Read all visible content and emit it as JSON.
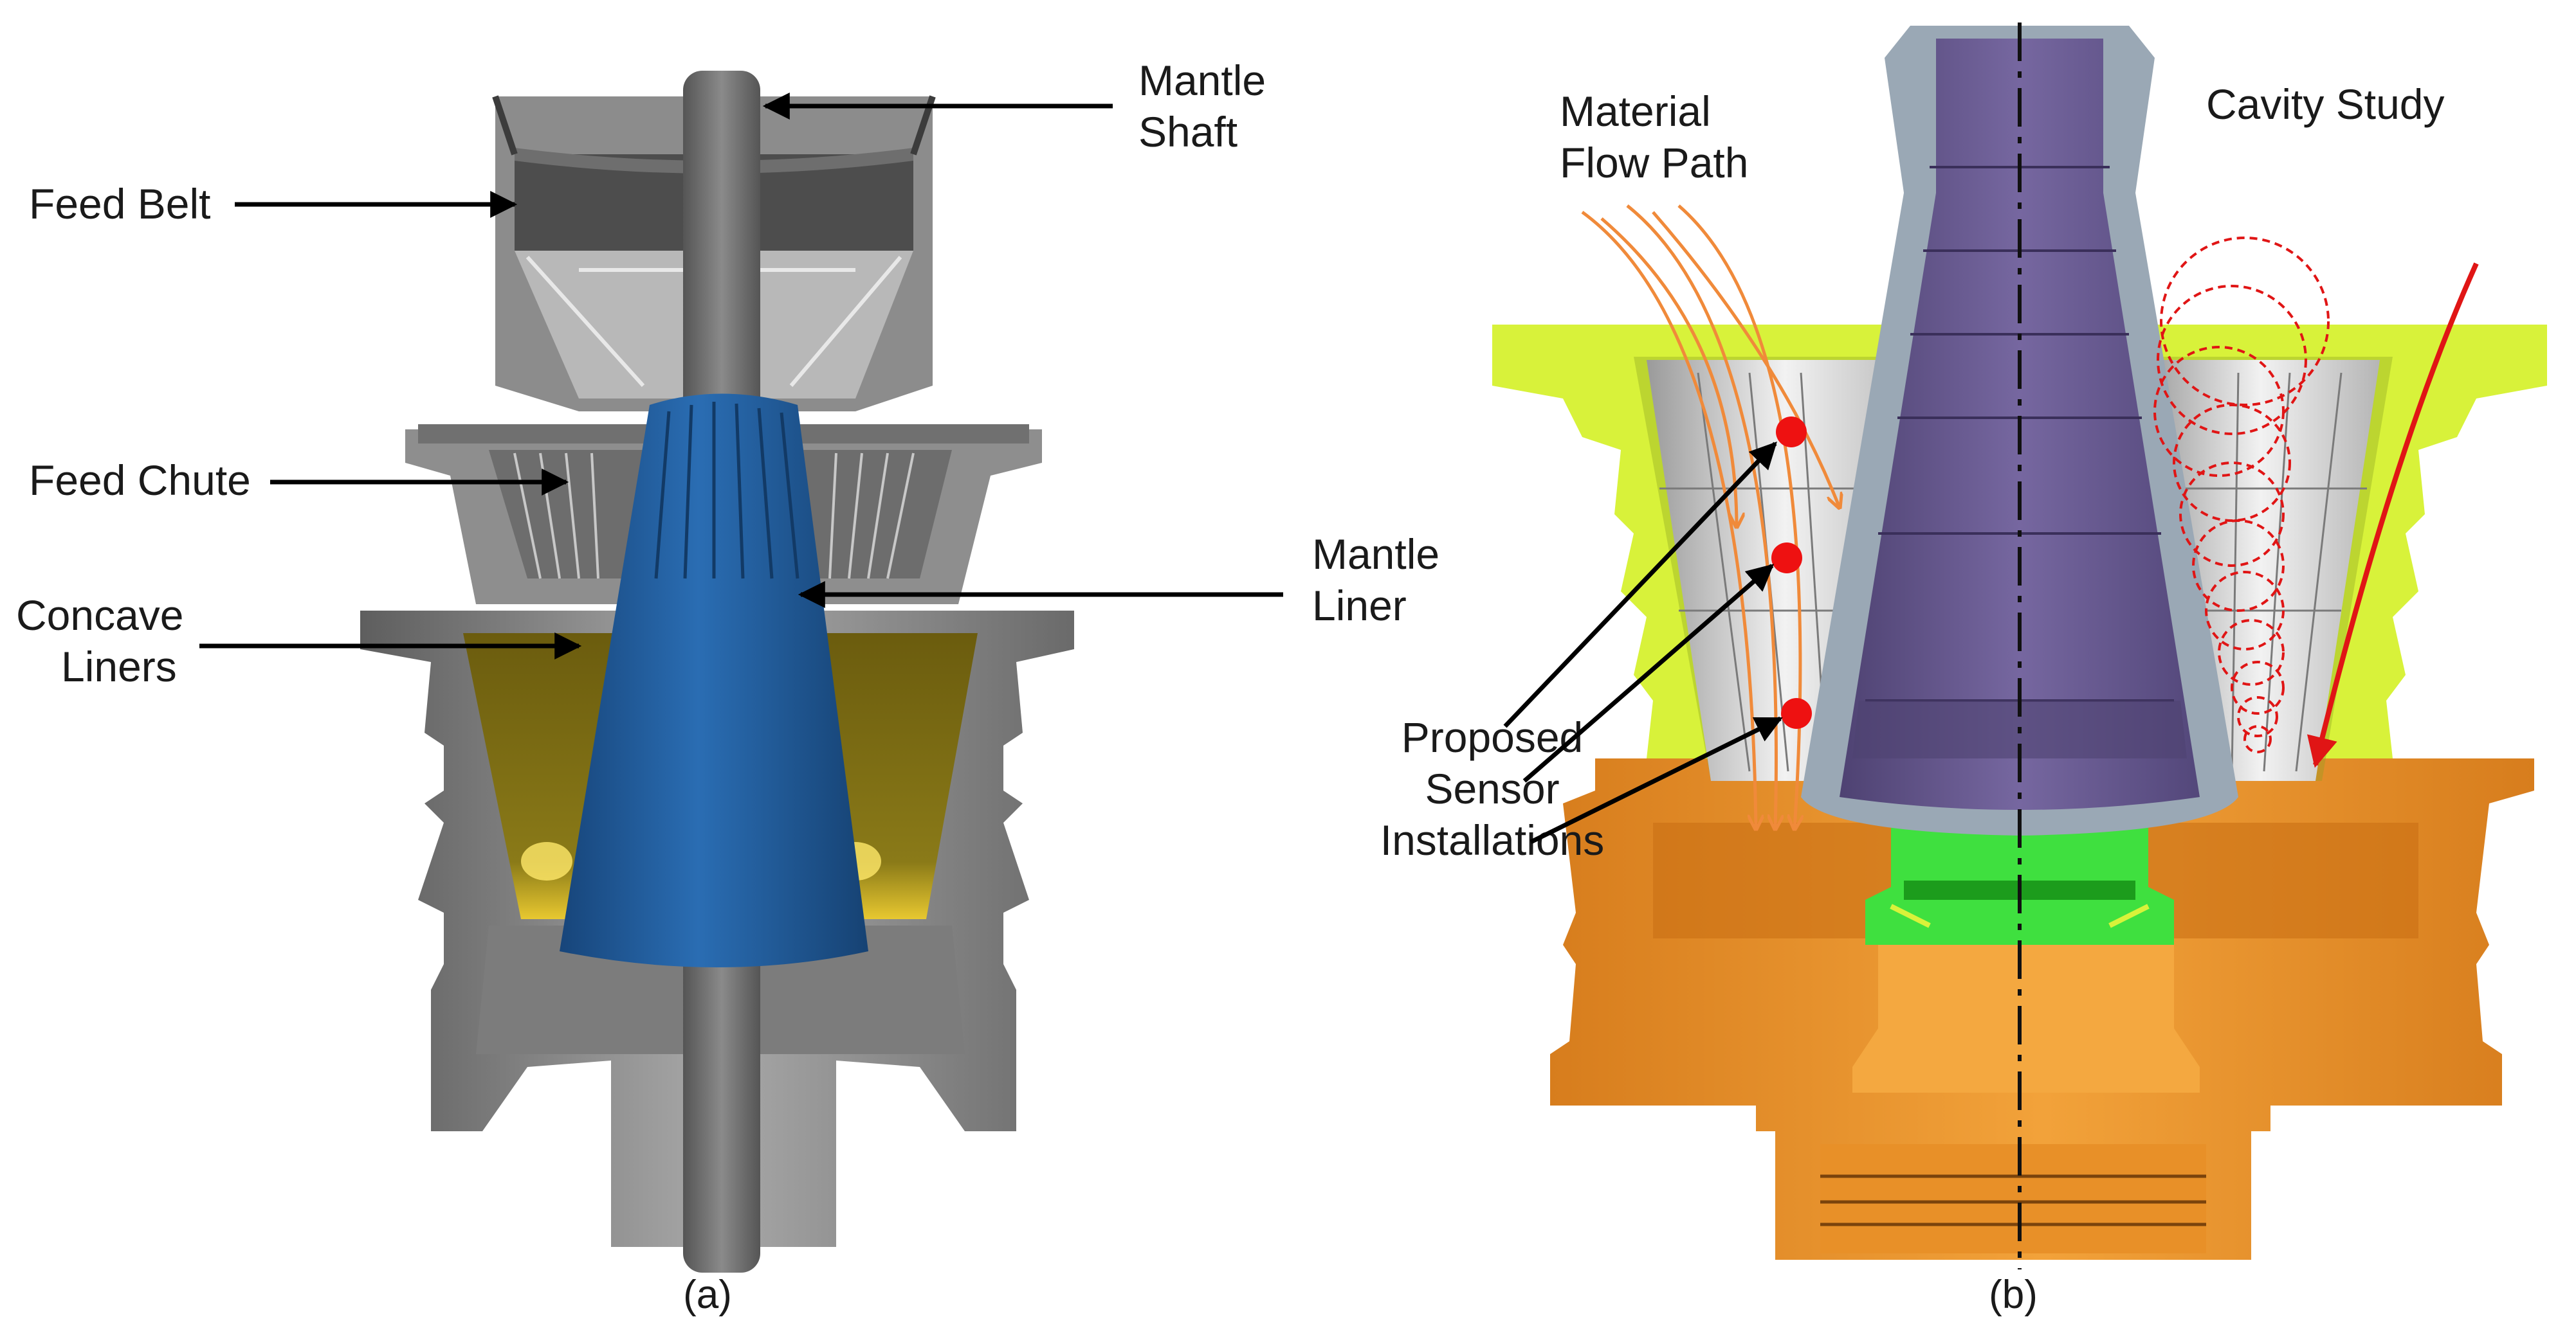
{
  "panel_a": {
    "caption": "(a)",
    "labels": {
      "mantle_shaft_1": "Mantle",
      "mantle_shaft_2": "Shaft",
      "feed_belt": "Feed Belt",
      "feed_chute": "Feed Chute",
      "mantle_liner_1": "Mantle",
      "mantle_liner_2": "Liner",
      "concave_liners_1": "Concave",
      "concave_liners_2": "Liners"
    }
  },
  "panel_b": {
    "caption": "(b)",
    "labels": {
      "material_flow_1": "Material",
      "material_flow_2": "Flow Path",
      "cavity_study": "Cavity Study",
      "sensor_1": "Proposed",
      "sensor_2": "Sensor",
      "sensor_3": "Installations"
    }
  },
  "colors": {
    "mantle_blue": "#1f5b9a",
    "mantle_purple": "#6a5a8c",
    "liner_olive": "#7a6a10",
    "housing_yellow_green": "#d8f23a",
    "base_orange": "#e8902a",
    "insert_green": "#3fe03f",
    "flow_orange": "#f08a3a",
    "cavity_red": "#e01515",
    "sensor_red": "#ee1111"
  }
}
